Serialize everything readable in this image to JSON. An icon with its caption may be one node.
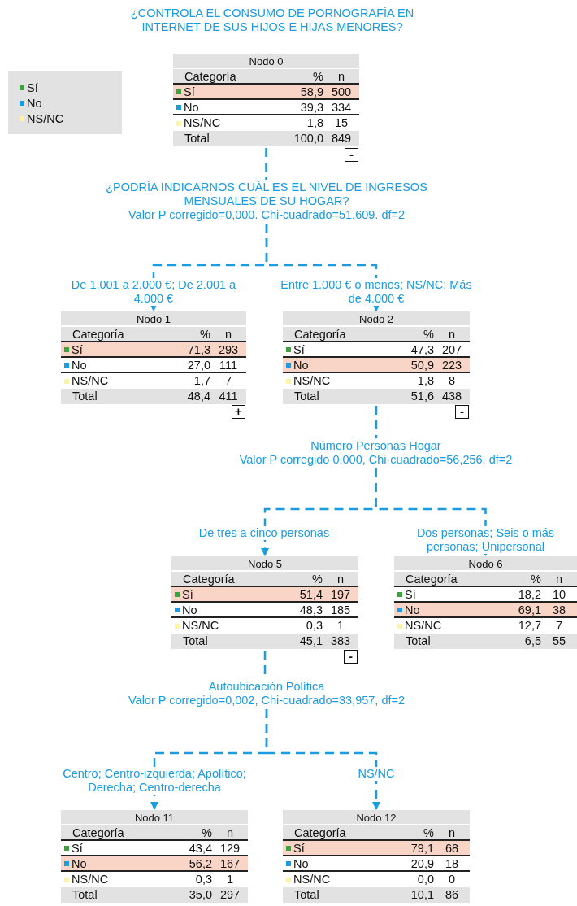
{
  "diagram": {
    "title": "¿CONTROLA EL CONSUMO DE PORNOGRAFÍA EN INTERNET DE SUS HIJOS E HIJAS MENORES?",
    "nodes": [
      {
        "text": [
          "Nodo 0",
          "Categoría",
          "%",
          "n",
          "Sí",
          "58,9",
          "500",
          "No",
          "39,3",
          "334",
          "NS/NC",
          "1,8",
          "15",
          "Total",
          "100,0",
          "849"
        ],
        "beside": [
          "-"
        ]
      },
      {
        "text": [
          "¿PODRÍA INDICARNOS CUÁL ES EL NIVEL DE INGRESOS MENSUALES DE SU HOGAR?",
          "Valor P corregido=0,000. Chi-cuadrado=51,609. df=2"
        ]
      },
      {
        "text": [
          "Nodo 1",
          "Categoría",
          "%",
          "n",
          "Sí",
          "71,3",
          "293",
          "No",
          "27,0",
          "111",
          "NS/NC",
          "1,7",
          "7",
          "Total",
          "48,4",
          "411"
        ],
        "beside": [
          "+"
        ]
      },
      {
        "text": [
          "Nodo 2",
          "Categoría",
          "%",
          "n",
          "Sí",
          "47,3",
          "207",
          "No",
          "50,9",
          "223",
          "NS/NC",
          "1,8",
          "8",
          "Total",
          "51,6",
          "438"
        ],
        "beside": [
          "-"
        ]
      },
      {
        "text": [
          "Número Personas Hogar",
          "Valor P corregido 0,000, Chi-cuadrado=56,256, df=2"
        ]
      },
      {
        "text": [
          "Nodo 5",
          "Categoría",
          "%",
          "n",
          "Sí",
          "51,4",
          "197",
          "No",
          "48,3",
          "185",
          "NS/NC",
          "0,3",
          "1",
          "Total",
          "45,1",
          "383"
        ],
        "beside": [
          "-"
        ]
      },
      {
        "text": [
          "Nodo 6",
          "Categoría",
          "%",
          "n",
          "Sí",
          "18,2",
          "10",
          "No",
          "69,1",
          "38",
          "NS/NC",
          "12,7",
          "7",
          "Total",
          "6,5",
          "55"
        ]
      },
      {
        "text": [
          "Autoubicación Política",
          "Valor P corregido=0,002, Chi-cuadrado=33,957, df=2"
        ]
      },
      {
        "text": [
          "Nodo 11",
          "Categoría",
          "%",
          "n",
          "Sí",
          "43,4",
          "129",
          "No",
          "56,2",
          "167",
          "NS/NC",
          "0,3",
          "1",
          "Total",
          "35,0",
          "297"
        ]
      },
      {
        "text": [
          "Nodo 12",
          "Categoría",
          "%",
          "n",
          "Sí",
          "79,1",
          "68",
          "No",
          "20,9",
          "18",
          "NS/NC",
          "0,0",
          "0",
          "Total",
          "10,1",
          "86"
        ]
      }
    ],
    "edges": [
      {
        "from": 0,
        "to": 1,
        "arrow": "none",
        "style": "dashed"
      },
      {
        "from": 1,
        "to": 2,
        "arrow": "to",
        "style": "dashed",
        "label": "De 1.001 a 2.000 €; De 2.001 a 4.000 €"
      },
      {
        "from": 1,
        "to": 3,
        "arrow": "to",
        "style": "dashed",
        "label": "Entre 1.000 € o menos; NS/NC; Más de 4.000 €"
      },
      {
        "from": 3,
        "to": 4,
        "arrow": "none",
        "style": "dashed"
      },
      {
        "from": 4,
        "to": 5,
        "arrow": "to",
        "style": "dashed",
        "label": "De tres a cinco personas"
      },
      {
        "from": 4,
        "to": 6,
        "arrow": "to",
        "style": "dashed",
        "label": "Dos personas; Seis o más personas; Unipersonal"
      },
      {
        "from": 5,
        "to": 7,
        "arrow": "none",
        "style": "dashed"
      },
      {
        "from": 7,
        "to": 8,
        "arrow": "to",
        "style": "dashed",
        "label": "Centro; Centro-izquierda; Apolítico; Derecha; Centro-derecha"
      },
      {
        "from": 7,
        "to": 9,
        "arrow": "to",
        "style": "dashed",
        "label": "NS/NC"
      }
    ],
    "legend": [
      {
        "text": "Sí",
        "color": "#3ca33c"
      },
      {
        "text": "No",
        "color": "#1b9be0"
      },
      {
        "text": "NS/NC",
        "color": "#fff3a6"
      }
    ]
  }
}
